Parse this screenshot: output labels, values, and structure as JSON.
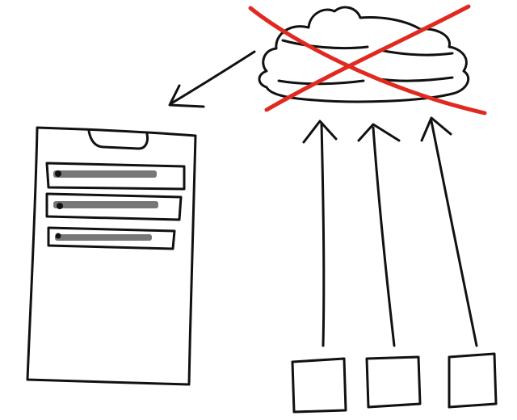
{
  "colors": {
    "background": "#ffffff",
    "ink": "#111111",
    "cross": "#e0291f"
  },
  "diagram": {
    "cloud": {
      "icon": "cloud-icon",
      "crossed_out": true
    },
    "phone": {
      "icon": "phone-icon",
      "list_items": [
        {
          "name": "phone-list-item-1"
        },
        {
          "name": "phone-list-item-2"
        },
        {
          "name": "phone-list-item-3"
        }
      ]
    },
    "devices": [
      {
        "name": "device-box-1",
        "icon": "box-icon"
      },
      {
        "name": "device-box-2",
        "icon": "box-icon"
      },
      {
        "name": "device-box-3",
        "icon": "box-icon"
      }
    ],
    "arrows": {
      "cloud_to_phone": {
        "direction": "down-left"
      },
      "devices_to_cloud": {
        "count": 3,
        "direction": "up"
      }
    }
  }
}
